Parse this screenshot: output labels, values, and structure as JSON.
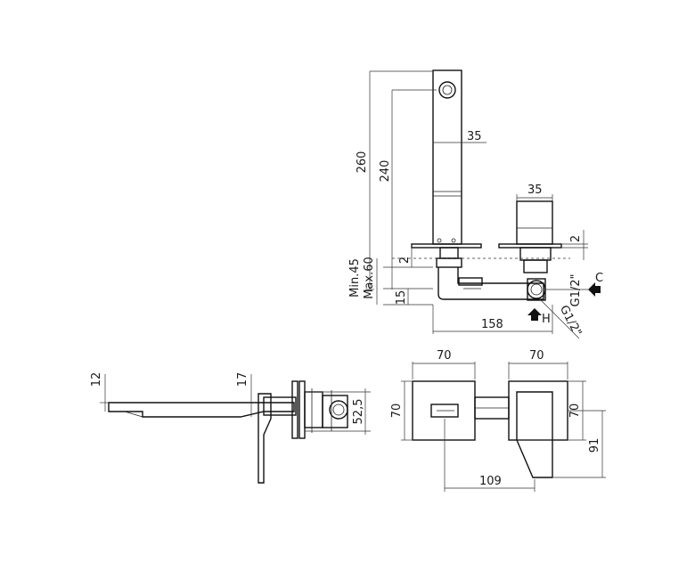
{
  "dimensions": {
    "top_view": {
      "d35_spout": "35",
      "d35_valve": "35",
      "d260": "260",
      "d240": "240",
      "d2_left": "2",
      "d2_right": "2",
      "min45": "Min.45",
      "max60": "Max.60",
      "d15": "15",
      "d158": "158",
      "g12_a": "G1/2\"",
      "g12_b": "G1/2\"",
      "c_label": "C",
      "h_label": "H"
    },
    "side_view": {
      "d12": "12",
      "d17": "17",
      "d52_5": "52,5"
    },
    "front_view": {
      "d70_left_top": "70",
      "d70_right_top": "70",
      "d70_left_side": "70",
      "d70_right_side": "70",
      "d91": "91",
      "d109": "109"
    }
  }
}
